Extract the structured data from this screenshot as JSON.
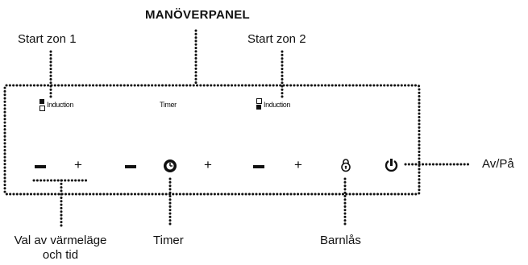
{
  "title": "MANÖVERPANEL",
  "labels": {
    "start_zone_1": "Start zon 1",
    "start_zone_2": "Start zon 2",
    "heat_level_line1": "Val av värmeläge",
    "heat_level_line2": "och tid",
    "timer": "Timer",
    "child_lock": "Barnlås",
    "on_off": "Av/På"
  },
  "panel": {
    "zone1_text": "Induction",
    "timer_text": "Timer",
    "zone2_text": "Induction"
  },
  "controls": {
    "minus": "−",
    "plus": "+"
  },
  "icons": [
    "zone-front-icon",
    "zone-rear-icon",
    "timer-icon",
    "lock-icon",
    "power-icon"
  ]
}
